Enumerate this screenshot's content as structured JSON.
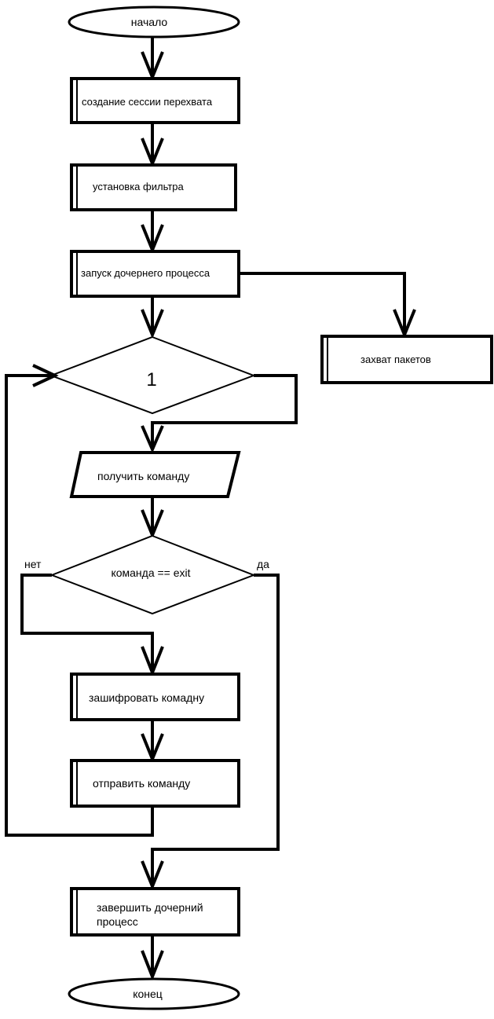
{
  "diagram": {
    "start": "начало",
    "end": "конец",
    "steps": {
      "create_session": "создание сессии перехвата",
      "set_filter": "установка фильтра",
      "start_child": "запуск дочернего процесса",
      "capture_packets": "захват пакетов",
      "loop_condition": "1",
      "get_command": "получить команду",
      "check_exit": "команда == exit",
      "encrypt_command": "зашифровать комадну",
      "send_command": "отправить команду",
      "finish_child_line1": "завершить дочерний",
      "finish_child_line2": "процесс"
    },
    "branch_labels": {
      "no": "нет",
      "yes": "да"
    }
  }
}
